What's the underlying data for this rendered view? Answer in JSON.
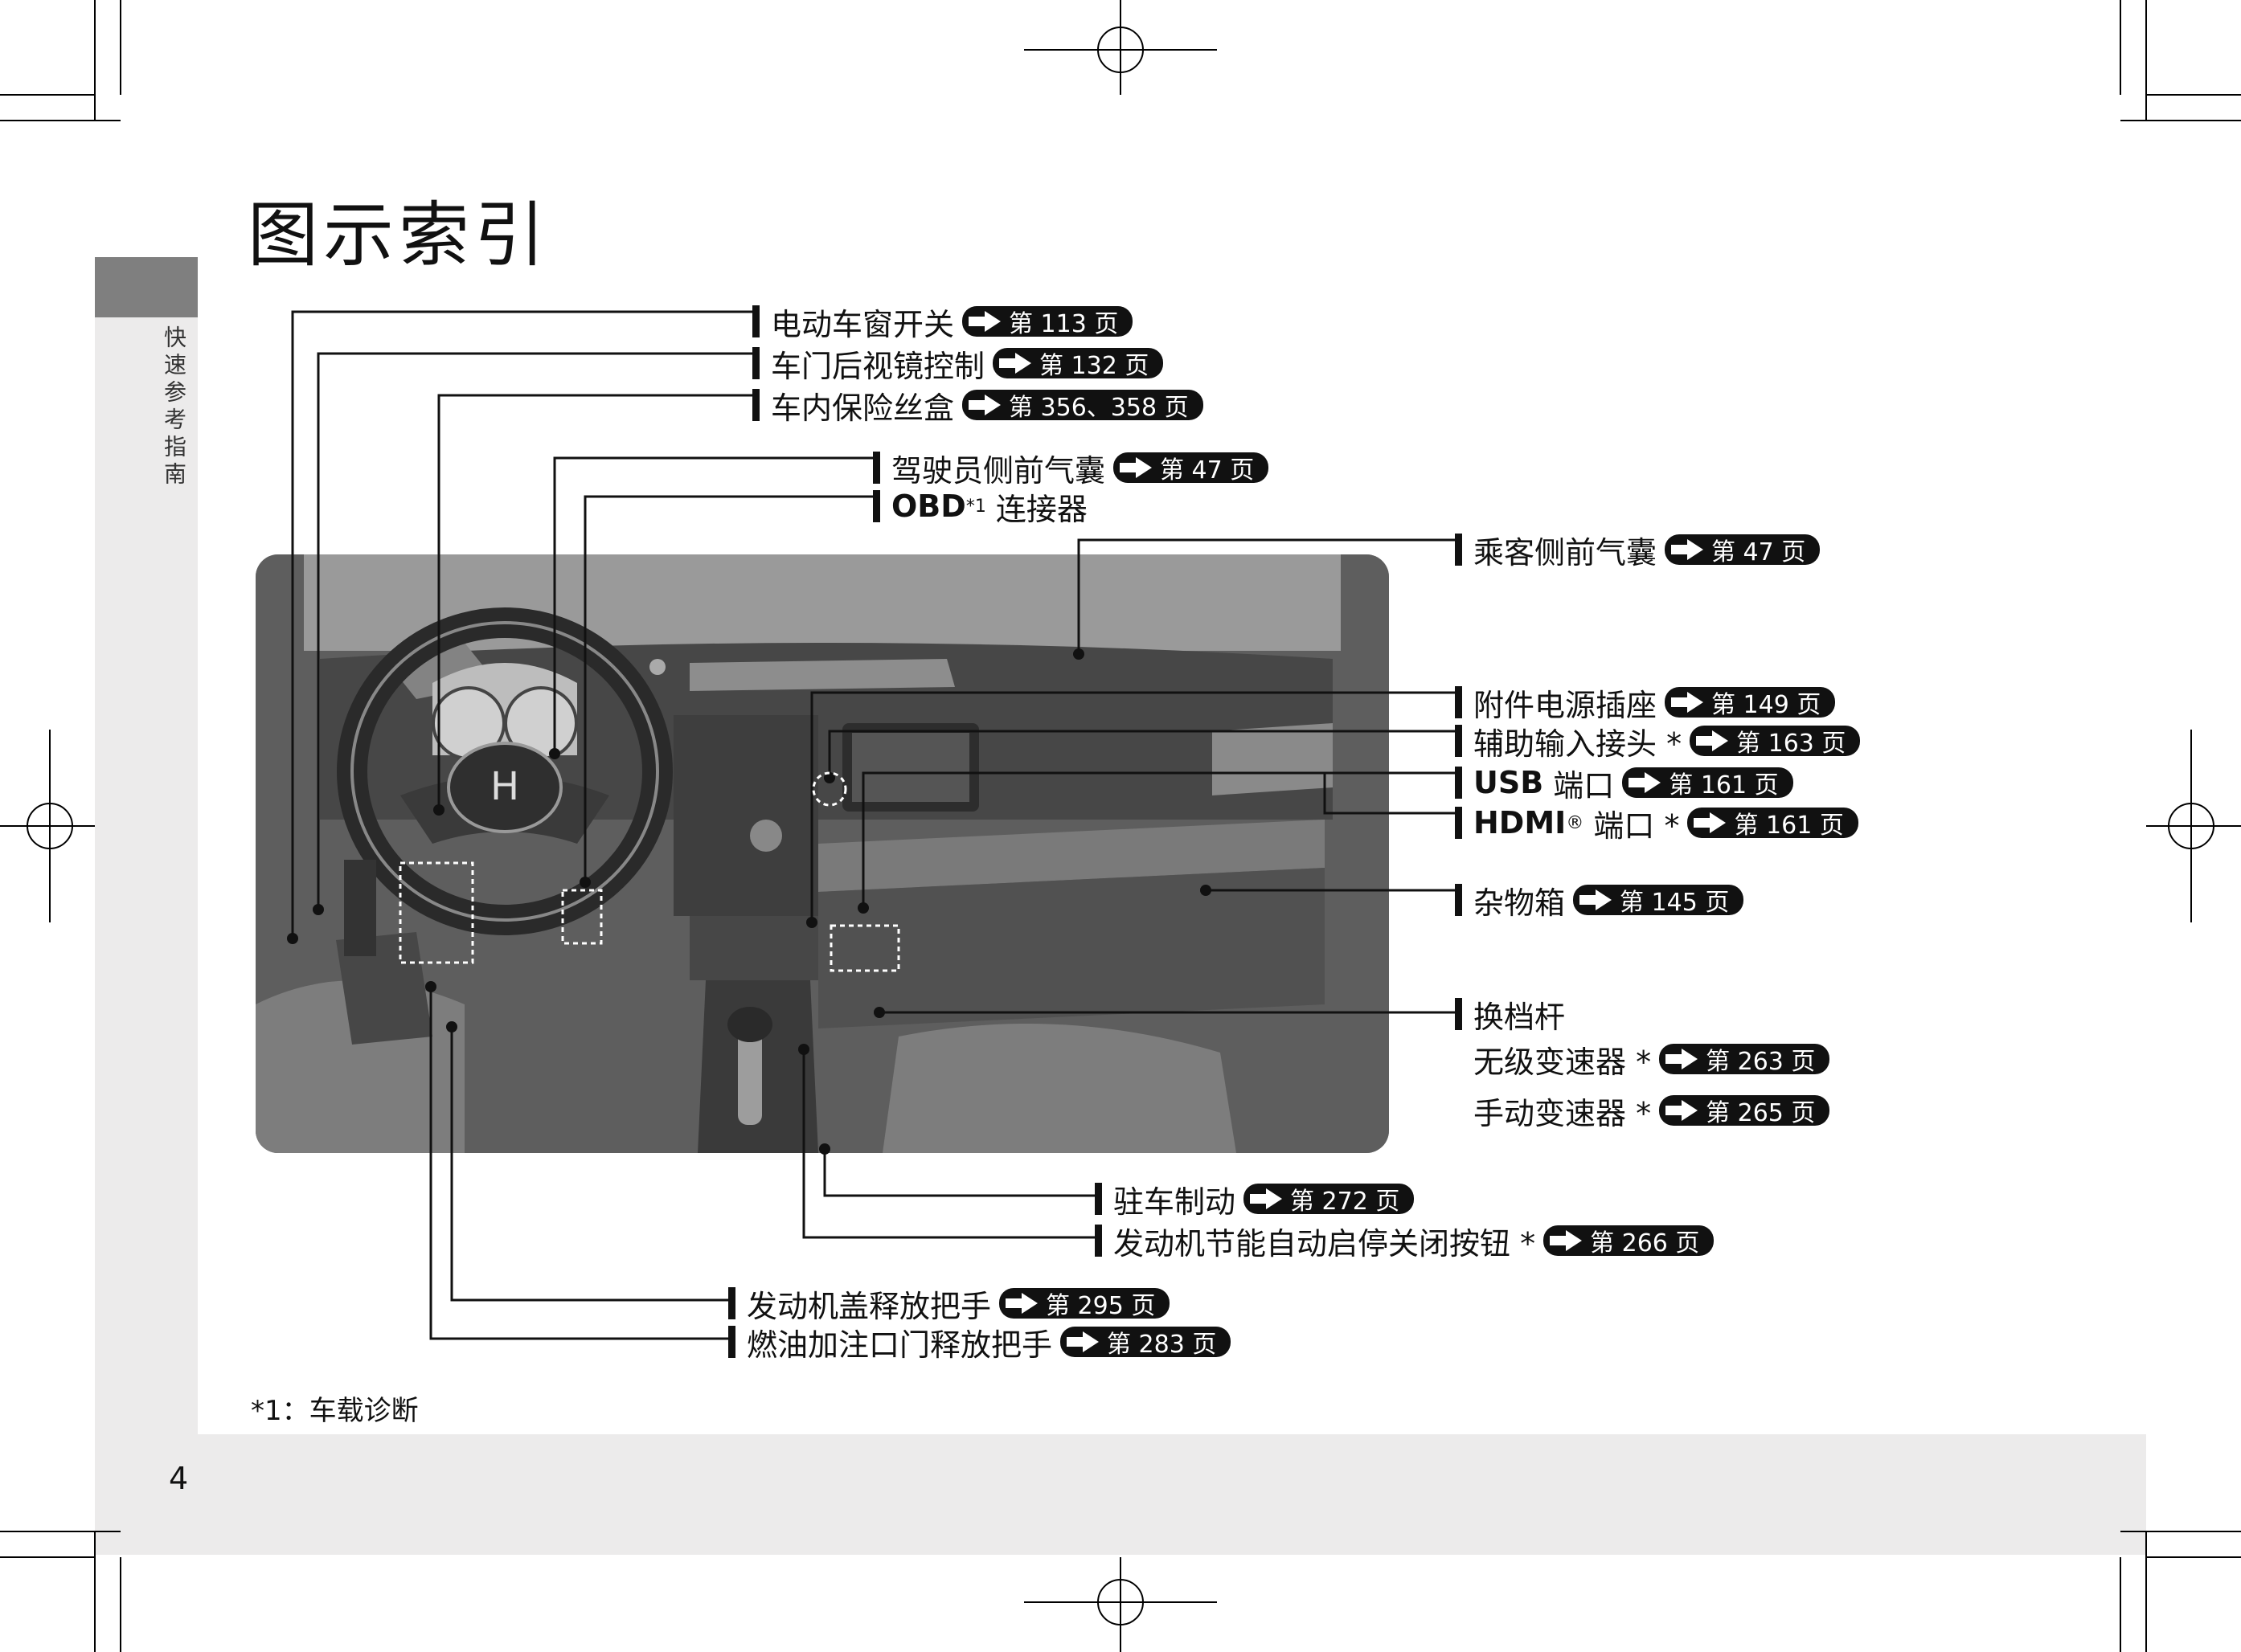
{
  "page": {
    "title": "图示索引",
    "side_tab": "快速参考指南",
    "page_number": "4",
    "footnote": "*1：车载诊断"
  },
  "callouts": [
    {
      "id": "power-window",
      "label": "电动车窗开关",
      "ref": "第 113 页"
    },
    {
      "id": "door-mirror",
      "label": "车门后视镜控制",
      "ref": "第 132 页"
    },
    {
      "id": "interior-fuse",
      "label": "车内保险丝盒",
      "ref": "第 356、358 页"
    },
    {
      "id": "driver-airbag",
      "label": "驾驶员侧前气囊",
      "ref": "第 47 页"
    },
    {
      "id": "obd",
      "label": "OBD",
      "sup": "*1",
      "label_suffix": " 连接器",
      "ref": ""
    },
    {
      "id": "passenger-airbag",
      "label": "乘客侧前气囊",
      "ref": "第 47 页"
    },
    {
      "id": "accessory-socket",
      "label": "附件电源插座",
      "ref": "第 149 页"
    },
    {
      "id": "aux-input",
      "label": "辅助输入接头 *",
      "ref": "第 163 页"
    },
    {
      "id": "usb",
      "label": "USB",
      "label_suffix": " 端口",
      "ref": "第 161 页"
    },
    {
      "id": "hdmi",
      "label": "HDMI",
      "sup": "®",
      "label_suffix": " 端口 *",
      "ref": "第 161 页"
    },
    {
      "id": "glove-box",
      "label": "杂物箱",
      "ref": "第 145 页"
    },
    {
      "id": "shift-lever",
      "label": "换档杆",
      "ref": ""
    },
    {
      "id": "cvt",
      "label": "无级变速器 *",
      "ref": "第 263 页"
    },
    {
      "id": "manual",
      "label": "手动变速器 *",
      "ref": "第 265 页"
    },
    {
      "id": "parking-brake",
      "label": "驻车制动",
      "ref": "第 272 页"
    },
    {
      "id": "idle-stop",
      "label": "发动机节能自动启停关闭按钮 *",
      "ref": "第 266 页"
    },
    {
      "id": "hood-release",
      "label": "发动机盖释放把手",
      "ref": "第 295 页"
    },
    {
      "id": "fuel-door",
      "label": "燃油加注口门释放把手",
      "ref": "第 283 页"
    }
  ]
}
